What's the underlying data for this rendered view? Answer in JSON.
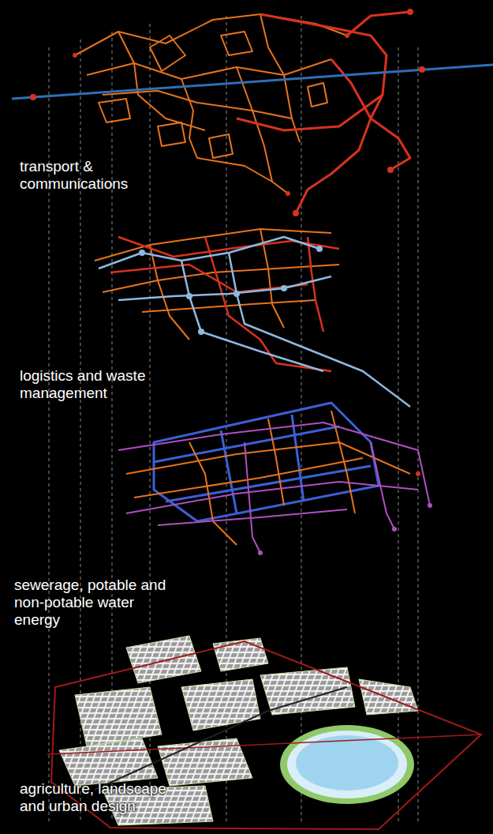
{
  "diagram": {
    "labels": [
      "transport & communications",
      "logistics and waste management",
      "sewerage, potable and non-potable water energy",
      "agriculture, landscape and urban design"
    ]
  }
}
